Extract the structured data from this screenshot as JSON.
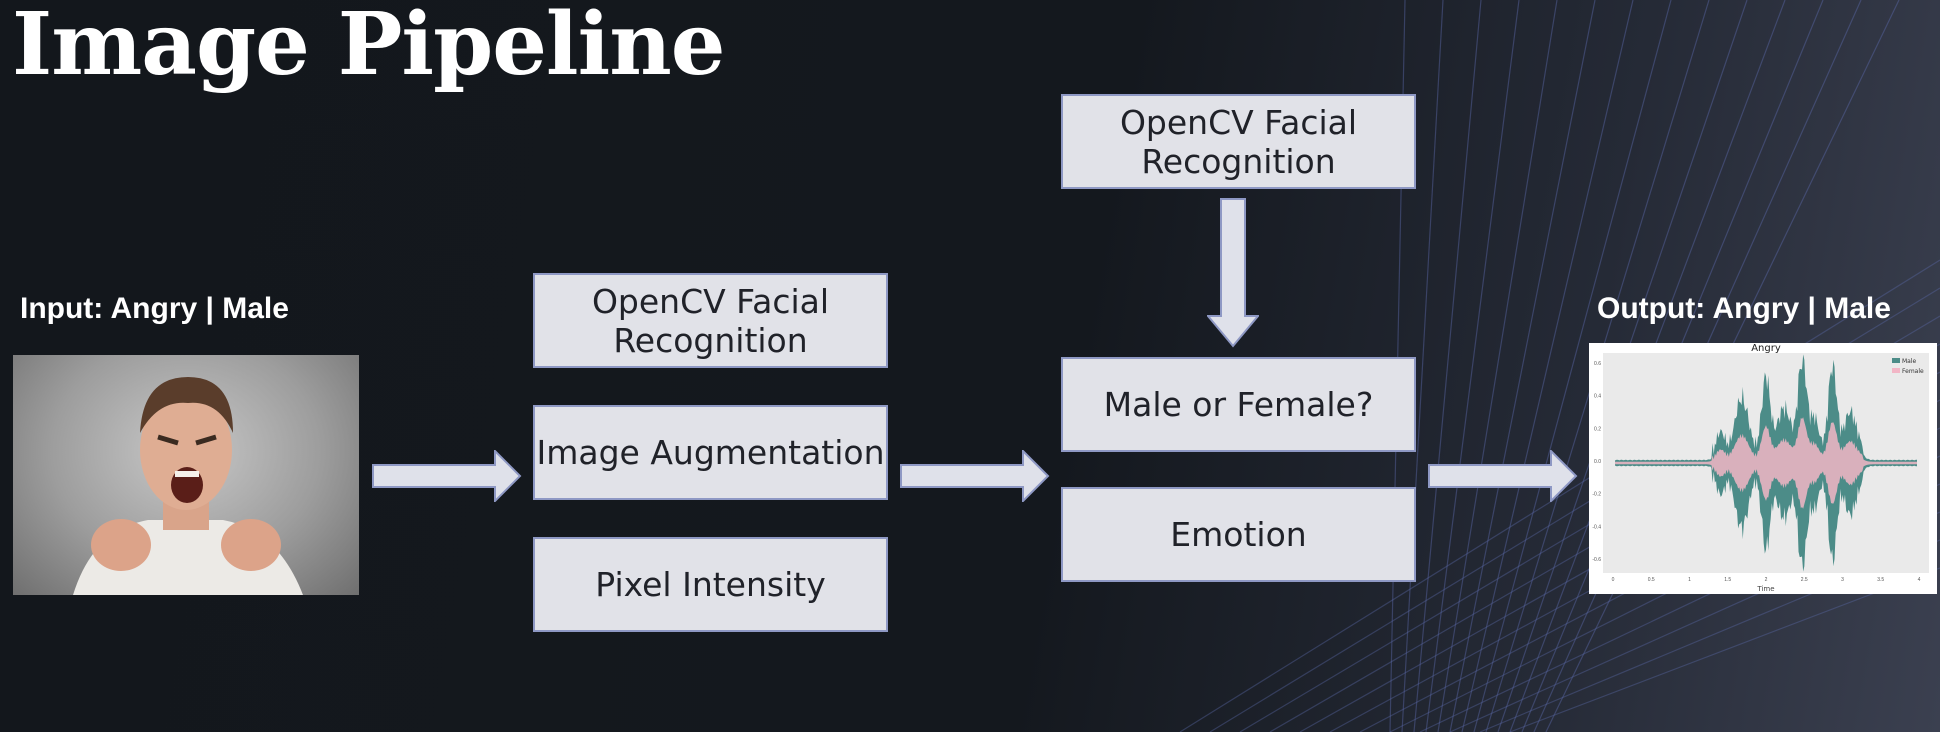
{
  "title": "Image Pipeline",
  "input_label": "Input: Angry | Male",
  "output_label": "Output: Angry | Male",
  "stage1": {
    "box_facial": "OpenCV Facial Recognition",
    "box_augmentation": "Image Augmentation",
    "box_pixel": "Pixel Intensity"
  },
  "stage2": {
    "box_facial": "OpenCV Facial Recognition",
    "box_gender": "Male or Female?",
    "box_emotion": "Emotion"
  },
  "output_plot": {
    "title": "Angry",
    "legend": [
      "Male",
      "Female"
    ],
    "xlabel": "Time",
    "xticks": [
      "0",
      "0.5",
      "1",
      "1.5",
      "2",
      "2.5",
      "3",
      "3.5",
      "4"
    ],
    "yticks": [
      "0.6",
      "0.4",
      "0.2",
      "0.0",
      "-0.2",
      "-0.4",
      "-0.6"
    ],
    "colors": {
      "male": "#4c8c88",
      "female": "#f2b6c6"
    }
  },
  "colors": {
    "box_fill": "#e1e2e8",
    "box_border": "#8e98c4",
    "arrow": "#dfe1ea"
  }
}
